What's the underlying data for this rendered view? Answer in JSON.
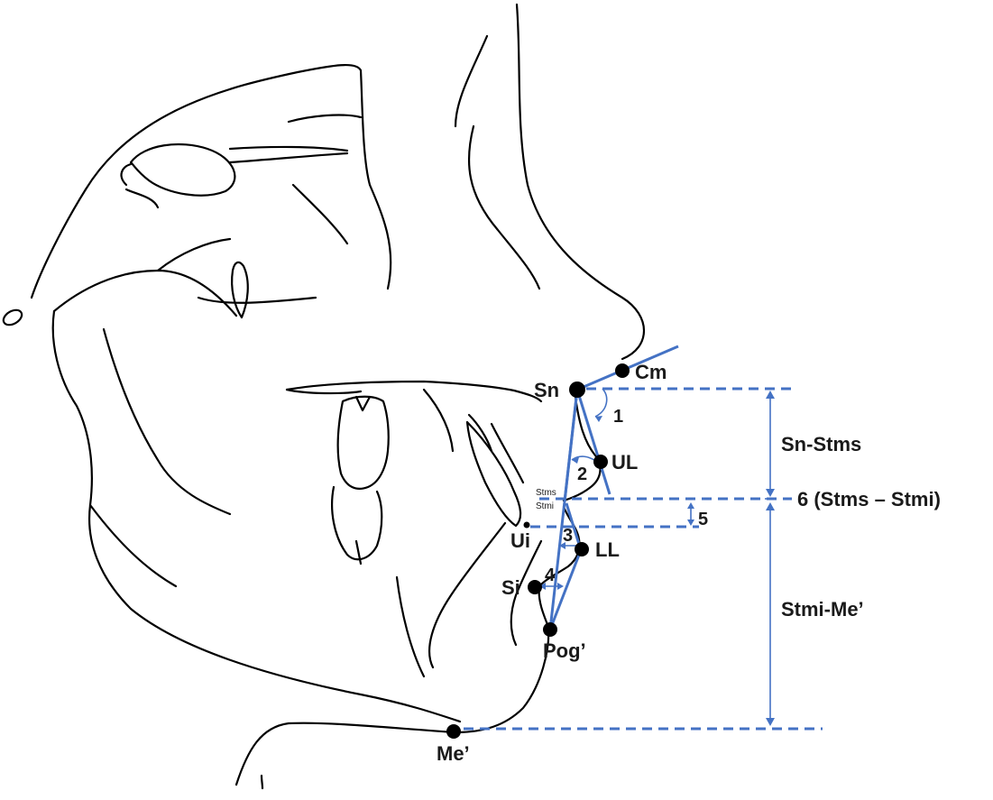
{
  "colors": {
    "reference": "#4472C4",
    "outline": "#000000",
    "background": "#ffffff"
  },
  "landmarks": {
    "sn": "Sn",
    "cm": "Cm",
    "ul": "UL",
    "stms": "Stms",
    "stmi": "Stmi",
    "ui": "Ui",
    "ll": "LL",
    "si": "Si",
    "pog": "Pog’",
    "me": "Me’"
  },
  "angles": {
    "a1": "1",
    "a2": "2",
    "a3": "3",
    "a4": "4",
    "a5": "5"
  },
  "measurements": {
    "upper": "Sn-Stms",
    "gap": "6 (Stms – Stmi)",
    "lower": "Stmi-Me’"
  }
}
